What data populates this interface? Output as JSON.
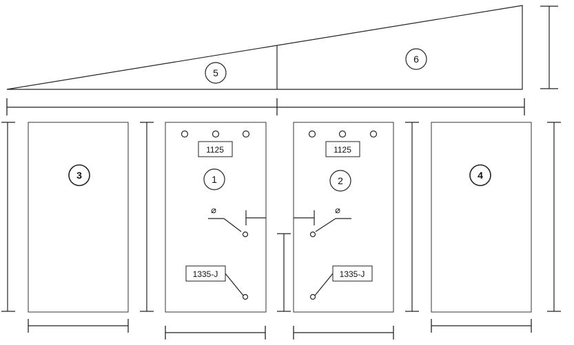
{
  "diagram": {
    "components": {
      "panel_1": "1",
      "panel_2": "2",
      "panel_3": "3",
      "panel_4": "4",
      "ramp_5": "5",
      "ramp_6": "6"
    },
    "labels": {
      "plate_1_top": "1125",
      "plate_2_top": "1125",
      "plate_1_bottom": "1335-J",
      "plate_2_bottom": "1335-J",
      "switch_symbol_1": "⌀",
      "switch_symbol_2": "⌀"
    },
    "colors": {
      "line": "#222222",
      "background": "#ffffff"
    }
  }
}
